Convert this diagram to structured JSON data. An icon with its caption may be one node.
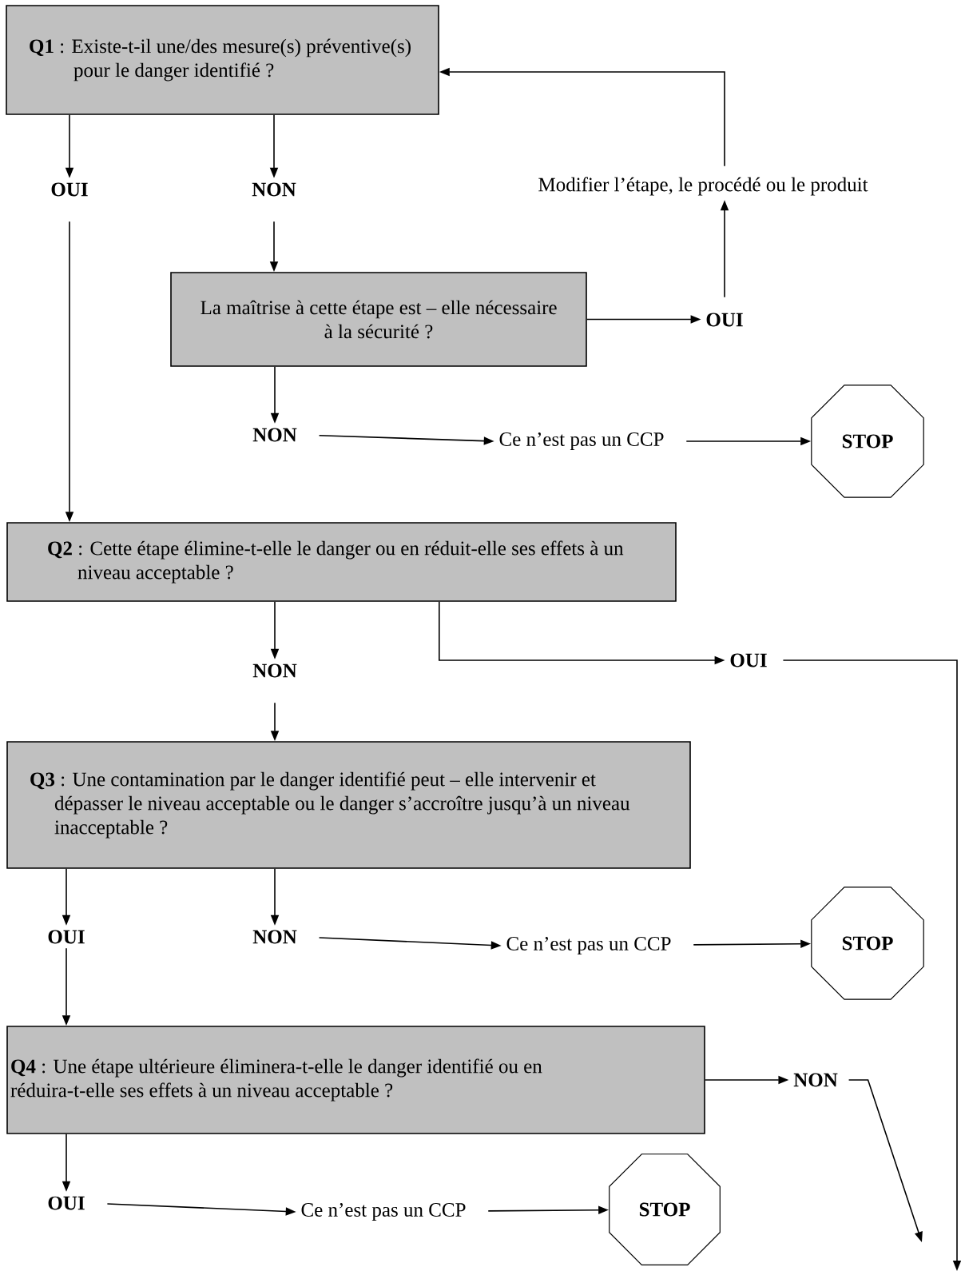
{
  "diagram": {
    "nodes": [
      {
        "text": [
          "**Q1** : Existe-t-il une/des mesure(s) préventive(s) pour le danger identifié ?"
        ]
      },
      {
        "text": [
          "OUI"
        ]
      },
      {
        "text": [
          "NON"
        ]
      },
      {
        "text": [
          "Modifier l’étape, le procédé ou le produit"
        ]
      },
      {
        "text": [
          "La maîtrise à cette étape est – elle nécessaire à la sécurité ?"
        ]
      },
      {
        "text": [
          "OUI"
        ]
      },
      {
        "text": [
          "NON"
        ]
      },
      {
        "text": [
          "Ce n’est pas un CCP"
        ]
      },
      {
        "text": [
          "STOP"
        ]
      },
      {
        "text": [
          "**Q2** : Cette étape élimine-t-elle le danger ou en réduit-elle ses effets à un niveau acceptable ?"
        ]
      },
      {
        "text": [
          "NON"
        ]
      },
      {
        "text": [
          "OUI"
        ]
      },
      {
        "text": [
          "**Q3** : Une contamination par le danger identifié peut – elle intervenir et dépasser le niveau acceptable ou le danger s’accroître jusqu’à un niveau inacceptable ?"
        ]
      },
      {
        "text": [
          "OUI"
        ]
      },
      {
        "text": [
          "NON"
        ]
      },
      {
        "text": [
          "Ce n’est pas un CCP"
        ]
      },
      {
        "text": [
          "STOP"
        ]
      },
      {
        "text": [
          "**Q4** : Une étape ultérieure éliminera-t-elle le danger identifié ou en réduira-t-elle ses effets à un niveau acceptable ?"
        ]
      },
      {
        "text": [
          "NON"
        ]
      },
      {
        "text": [
          "OUI"
        ]
      },
      {
        "text": [
          "Ce n’est pas un CCP"
        ]
      },
      {
        "text": [
          "STOP"
        ]
      }
    ],
    "edges": [
      {
        "from": 0,
        "to": 1,
        "arrow": "to"
      },
      {
        "from": 0,
        "to": 2,
        "arrow": "to"
      },
      {
        "from": 2,
        "to": 4,
        "arrow": "to"
      },
      {
        "from": 4,
        "to": 5,
        "arrow": "to"
      },
      {
        "from": 5,
        "to": 3,
        "arrow": "to"
      },
      {
        "from": 3,
        "to": 0,
        "arrow": "to"
      },
      {
        "from": 4,
        "to": 6,
        "arrow": "to"
      },
      {
        "from": 6,
        "to": 7,
        "arrow": "to"
      },
      {
        "from": 7,
        "to": 8,
        "arrow": "to"
      },
      {
        "from": 1,
        "to": 9,
        "arrow": "to"
      },
      {
        "from": 9,
        "to": 10,
        "arrow": "to"
      },
      {
        "from": 9,
        "to": 11,
        "arrow": "to"
      },
      {
        "from": 11,
        "to": null,
        "arrow": "to"
      },
      {
        "from": 10,
        "to": 12,
        "arrow": "to"
      },
      {
        "from": 12,
        "to": 13,
        "arrow": "to"
      },
      {
        "from": 12,
        "to": 14,
        "arrow": "to"
      },
      {
        "from": 14,
        "to": 15,
        "arrow": "to"
      },
      {
        "from": 15,
        "to": 16,
        "arrow": "to"
      },
      {
        "from": 13,
        "to": 17,
        "arrow": "to"
      },
      {
        "from": 17,
        "to": 18,
        "arrow": "to"
      },
      {
        "from": 18,
        "to": null,
        "arrow": "to"
      },
      {
        "from": 17,
        "to": 19,
        "arrow": "to"
      },
      {
        "from": 19,
        "to": 20,
        "arrow": "to"
      },
      {
        "from": 20,
        "to": 21,
        "arrow": "to"
      }
    ]
  }
}
